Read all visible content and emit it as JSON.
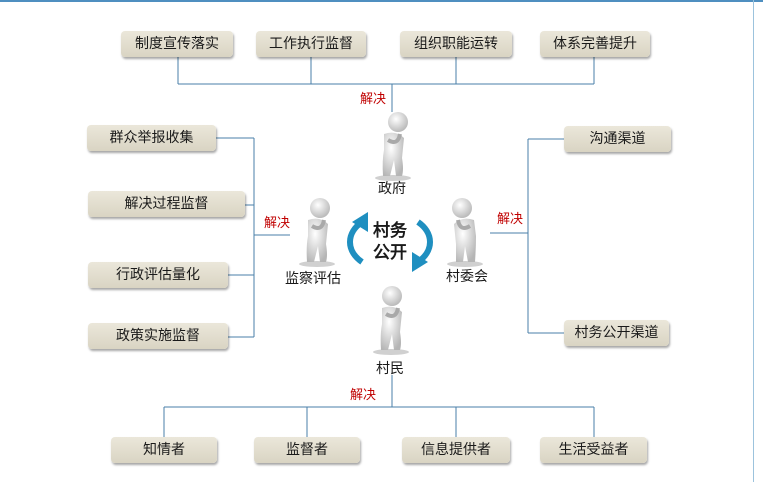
{
  "center": {
    "line1": "村务",
    "line2": "公开"
  },
  "resolve_label": "解决",
  "roles": {
    "government": "政府",
    "village_committee": "村委会",
    "villagers": "村民",
    "supervision": "监察评估"
  },
  "top_boxes": [
    "制度宣传落实",
    "工作执行监督",
    "组织职能运转",
    "体系完善提升"
  ],
  "left_boxes": [
    "群众举报收集",
    "解决过程监督",
    "行政评估量化",
    "政策实施监督"
  ],
  "right_boxes": [
    "沟通渠道",
    "村务公开渠道"
  ],
  "bottom_boxes": [
    "知情者",
    "监督者",
    "信息提供者",
    "生活受益者"
  ],
  "colors": {
    "connector": "#4a7fa8",
    "resolve_text": "#c00000",
    "box_fill": "#e2ddcd",
    "cycle_arrow": "#1f8fc0"
  }
}
